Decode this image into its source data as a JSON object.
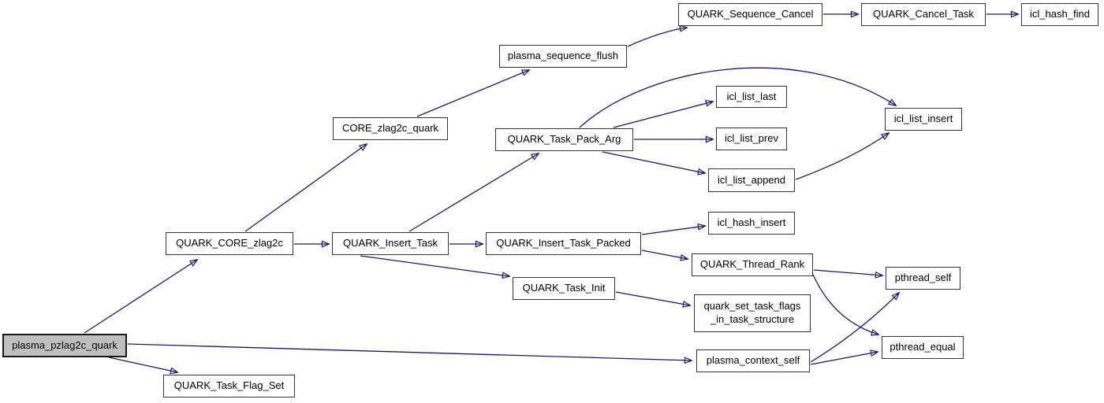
{
  "graph": {
    "kind": "call-graph",
    "root": "plasma_pzlag2c_quark",
    "colors": {
      "edge": "#191970",
      "node_fill": "#ffffff",
      "root_fill": "#bfbfbf",
      "border": "#353535",
      "text": "#000000",
      "background": "#ffffff"
    }
  },
  "nodes": [
    {
      "id": "plasma_pzlag2c_quark",
      "label": "plasma_pzlag2c_quark"
    },
    {
      "id": "QUARK_Task_Flag_Set",
      "label": "QUARK_Task_Flag_Set"
    },
    {
      "id": "QUARK_CORE_zlag2c",
      "label": "QUARK_CORE_zlag2c"
    },
    {
      "id": "CORE_zlag2c_quark",
      "label": "CORE_zlag2c_quark"
    },
    {
      "id": "QUARK_Insert_Task",
      "label": "QUARK_Insert_Task"
    },
    {
      "id": "plasma_sequence_flush",
      "label": "plasma_sequence_flush"
    },
    {
      "id": "QUARK_Sequence_Cancel",
      "label": "QUARK_Sequence_Cancel"
    },
    {
      "id": "QUARK_Cancel_Task",
      "label": "QUARK_Cancel_Task"
    },
    {
      "id": "icl_hash_find",
      "label": "icl_hash_find"
    },
    {
      "id": "QUARK_Task_Pack_Arg",
      "label": "QUARK_Task_Pack_Arg"
    },
    {
      "id": "icl_list_last",
      "label": "icl_list_last"
    },
    {
      "id": "icl_list_prev",
      "label": "icl_list_prev"
    },
    {
      "id": "icl_list_append",
      "label": "icl_list_append"
    },
    {
      "id": "icl_list_insert",
      "label": "icl_list_insert"
    },
    {
      "id": "QUARK_Insert_Task_Packed",
      "label": "QUARK_Insert_Task_Packed"
    },
    {
      "id": "icl_hash_insert",
      "label": "icl_hash_insert"
    },
    {
      "id": "QUARK_Thread_Rank",
      "label": "QUARK_Thread_Rank"
    },
    {
      "id": "QUARK_Task_Init",
      "label": "QUARK_Task_Init"
    },
    {
      "id": "quark_set_task_flags_in_task_structure",
      "label": "quark_set_task_flags\n_in_task_structure"
    },
    {
      "id": "plasma_context_self",
      "label": "plasma_context_self"
    },
    {
      "id": "pthread_self",
      "label": "pthread_self"
    },
    {
      "id": "pthread_equal",
      "label": "pthread_equal"
    }
  ],
  "edges": [
    {
      "from": "plasma_pzlag2c_quark",
      "to": "QUARK_CORE_zlag2c"
    },
    {
      "from": "plasma_pzlag2c_quark",
      "to": "plasma_context_self"
    },
    {
      "from": "plasma_pzlag2c_quark",
      "to": "QUARK_Task_Flag_Set"
    },
    {
      "from": "QUARK_CORE_zlag2c",
      "to": "CORE_zlag2c_quark"
    },
    {
      "from": "QUARK_CORE_zlag2c",
      "to": "QUARK_Insert_Task"
    },
    {
      "from": "CORE_zlag2c_quark",
      "to": "plasma_sequence_flush"
    },
    {
      "from": "plasma_sequence_flush",
      "to": "QUARK_Sequence_Cancel"
    },
    {
      "from": "QUARK_Sequence_Cancel",
      "to": "QUARK_Cancel_Task"
    },
    {
      "from": "QUARK_Cancel_Task",
      "to": "icl_hash_find"
    },
    {
      "from": "QUARK_Insert_Task",
      "to": "QUARK_Task_Pack_Arg"
    },
    {
      "from": "QUARK_Insert_Task",
      "to": "QUARK_Insert_Task_Packed"
    },
    {
      "from": "QUARK_Insert_Task",
      "to": "QUARK_Task_Init"
    },
    {
      "from": "QUARK_Task_Pack_Arg",
      "to": "icl_list_last"
    },
    {
      "from": "QUARK_Task_Pack_Arg",
      "to": "icl_list_prev"
    },
    {
      "from": "QUARK_Task_Pack_Arg",
      "to": "icl_list_append"
    },
    {
      "from": "QUARK_Task_Pack_Arg",
      "to": "icl_list_insert"
    },
    {
      "from": "icl_list_append",
      "to": "icl_list_insert"
    },
    {
      "from": "QUARK_Insert_Task_Packed",
      "to": "icl_hash_insert"
    },
    {
      "from": "QUARK_Insert_Task_Packed",
      "to": "QUARK_Thread_Rank"
    },
    {
      "from": "QUARK_Task_Init",
      "to": "quark_set_task_flags_in_task_structure"
    },
    {
      "from": "QUARK_Thread_Rank",
      "to": "pthread_self"
    },
    {
      "from": "QUARK_Thread_Rank",
      "to": "pthread_equal"
    },
    {
      "from": "plasma_context_self",
      "to": "pthread_self"
    },
    {
      "from": "plasma_context_self",
      "to": "pthread_equal"
    }
  ]
}
